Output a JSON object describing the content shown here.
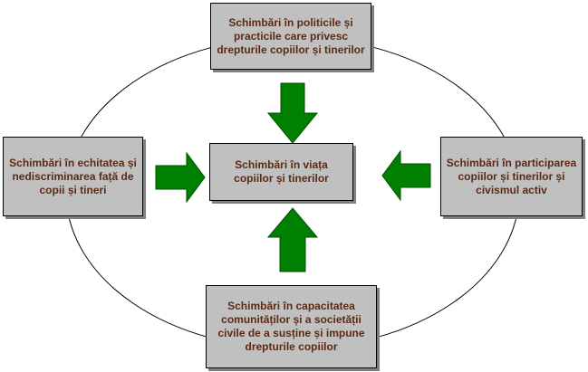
{
  "colors": {
    "box_fill": "#c0c0c0",
    "box_text": "#5c2a14",
    "arrow_fill": "#008000",
    "ellipse_stroke": "#000000"
  },
  "boxes": {
    "top": "Schimbări în politicile și practicile care privesc drepturile copiilor și tinerilor",
    "left": "Schimbări în echitatea și nediscriminarea față de copii și tineri",
    "center": "Schimbări în viața copiilor și tinerilor",
    "right": "Schimbări în participarea copiilor și tinerilor și civismul activ",
    "bottom": "Schimbări în capacitatea comunităților și a societății civile de a susține și impune drepturile copiilor"
  },
  "arrows": [
    {
      "from": "top",
      "to": "center",
      "direction": "down"
    },
    {
      "from": "left",
      "to": "center",
      "direction": "right"
    },
    {
      "from": "right",
      "to": "center",
      "direction": "left"
    },
    {
      "from": "bottom",
      "to": "center",
      "direction": "up"
    }
  ]
}
